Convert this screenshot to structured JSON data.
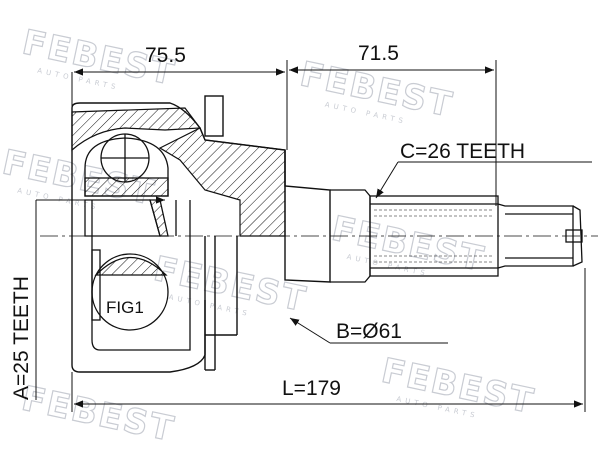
{
  "watermark": {
    "brand": "FEBEST",
    "tagline": "AUTO PARTS"
  },
  "dimensions": {
    "d1": "75.5",
    "d2": "71.5",
    "c_label": "C=26 TEETH",
    "b_label": "B=Ø61",
    "l_label": "L=179",
    "a_label": "A=25 TEETH",
    "fig_label": "FIG1"
  },
  "colors": {
    "line": "#111111",
    "hatch": "#111111",
    "watermark": "#c9ccd3"
  }
}
